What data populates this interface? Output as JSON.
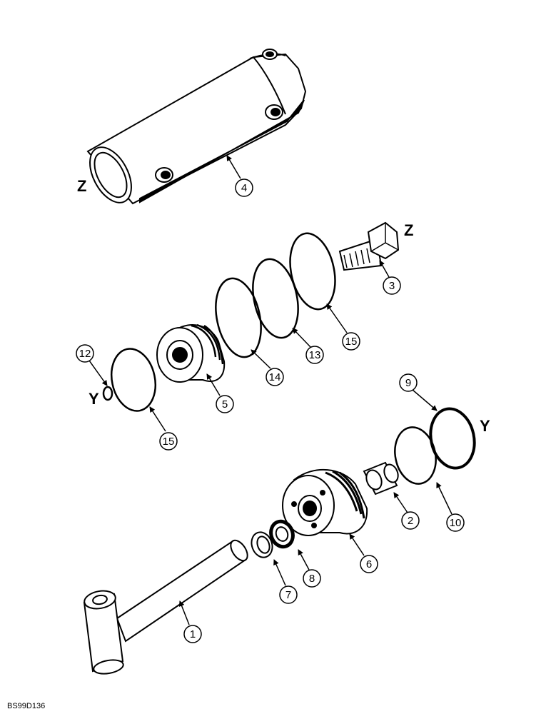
{
  "drawing_code": "BS99D136",
  "match_marks": {
    "z": "Z",
    "y": "Y"
  },
  "callouts": {
    "c1": "1",
    "c2": "2",
    "c3": "3",
    "c4": "4",
    "c5": "5",
    "c6": "6",
    "c7": "7",
    "c8": "8",
    "c9": "9",
    "c10": "10",
    "c12": "12",
    "c13": "13",
    "c14": "14",
    "c15a": "15",
    "c15b": "15"
  }
}
